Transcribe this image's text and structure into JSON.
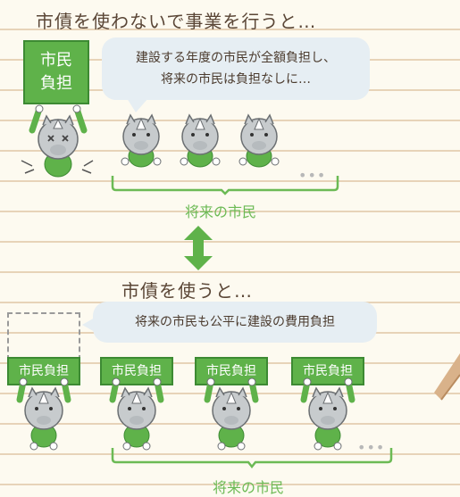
{
  "top_section": {
    "heading": "市債を使わないで事業を行うと…",
    "sign_text": "市民負担",
    "bubble_line1": "建設する年度の市民が全額負担し、",
    "bubble_line2": "将来の市民は負担なしに…",
    "group_label": "将来の市民",
    "ellipsis": "•••"
  },
  "bottom_section": {
    "heading": "市債を使うと…",
    "bubble_text": "将来の市民も公平に建設の費用負担",
    "sign_texts": [
      "市民負担",
      "市民負担",
      "市民負担",
      "市民負担"
    ],
    "group_label": "将来の市民",
    "ellipsis": "•••"
  },
  "colors": {
    "accent_green": "#5fb24a",
    "bubble_blue": "#e6eef3",
    "background_cream": "#fdfaf0",
    "lines": "#e7d3b8"
  },
  "icons": {
    "arrow": "double-arrow-icon",
    "character": "rhino-character-icon"
  }
}
